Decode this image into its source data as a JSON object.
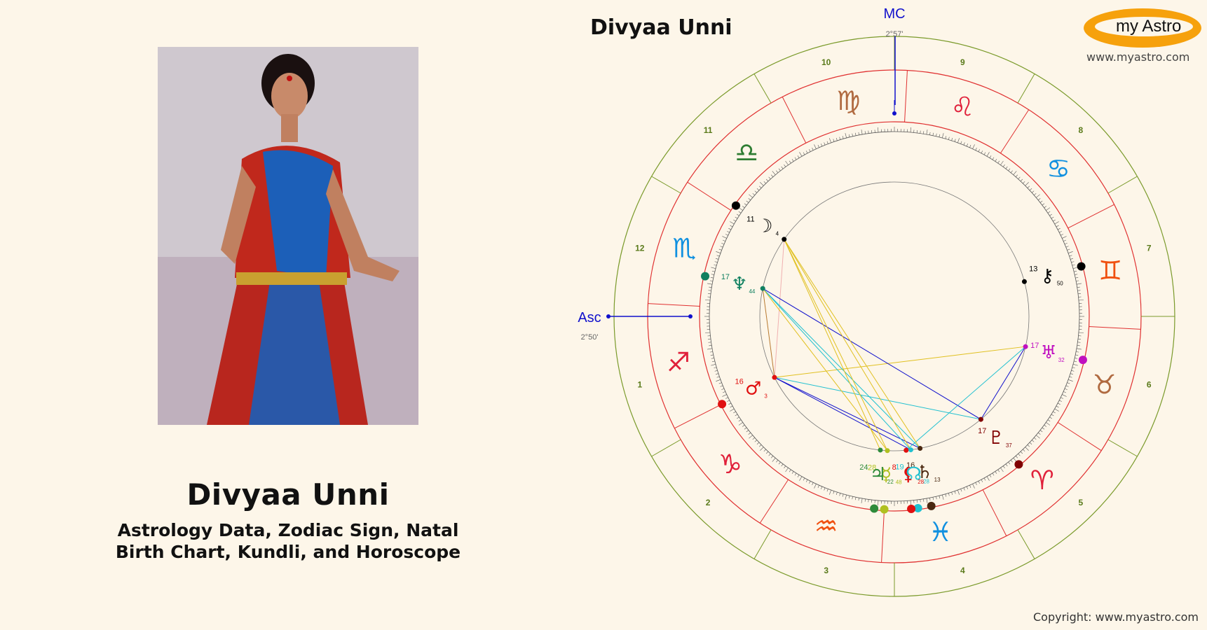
{
  "person": {
    "name": "Divyaa Unni",
    "subtitle_line1": "Astrology Data, Zodiac Sign, Natal",
    "subtitle_line2": "Birth Chart, Kundli, and Horoscope"
  },
  "chart": {
    "title": "Divyaa Unni",
    "mc_label": "MC",
    "mc_degree": "2°57'",
    "asc_label": "Asc",
    "asc_degree": "2°50'"
  },
  "branding": {
    "logo_text": "my Astro",
    "site_url": "www.myastro.com",
    "copyright": "Copyright: www.myastro.com"
  },
  "colors": {
    "background": "#fdf6e9",
    "outer_ring": "#7a9a2a",
    "sign_ring": "#e03030",
    "accent": "#f6a10c",
    "axis": "#1010cc"
  },
  "houses": [
    "1",
    "2",
    "3",
    "4",
    "5",
    "6",
    "7",
    "8",
    "9",
    "10",
    "11",
    "12"
  ],
  "signs": [
    {
      "name": "Sagittarius",
      "glyph": "♐",
      "color": "#e0203a"
    },
    {
      "name": "Capricorn",
      "glyph": "♑",
      "color": "#e0203a"
    },
    {
      "name": "Aquarius",
      "glyph": "♒",
      "color": "#f05010"
    },
    {
      "name": "Pisces",
      "glyph": "♓",
      "color": "#1090e0"
    },
    {
      "name": "Aries",
      "glyph": "♈",
      "color": "#e0203a"
    },
    {
      "name": "Taurus",
      "glyph": "♉",
      "color": "#b06a40"
    },
    {
      "name": "Gemini",
      "glyph": "♊",
      "color": "#f05010"
    },
    {
      "name": "Cancer",
      "glyph": "♋",
      "color": "#1090e0"
    },
    {
      "name": "Leo",
      "glyph": "♌",
      "color": "#e0203a"
    },
    {
      "name": "Virgo",
      "glyph": "♍",
      "color": "#b06a40"
    },
    {
      "name": "Libra",
      "glyph": "♎",
      "color": "#2e7d32"
    },
    {
      "name": "Scorpio",
      "glyph": "♏",
      "color": "#1090e0"
    }
  ],
  "planets": [
    {
      "name": "Saturn",
      "glyph": "♄",
      "deg": "16",
      "min": "13",
      "color": "#4a2810"
    },
    {
      "name": "Moon",
      "glyph": "☽",
      "deg": "11",
      "min": "4",
      "color": "#000000"
    },
    {
      "name": "Node",
      "glyph": "☊",
      "deg": "19",
      "min": "28",
      "color": "#20c0d0"
    },
    {
      "name": "Lilith",
      "glyph": "⚸",
      "deg": "8",
      "min": "28",
      "color": "#e01010"
    },
    {
      "name": "Mercury",
      "glyph": "☿",
      "deg": "28",
      "min": "48",
      "color": "#b0c020"
    },
    {
      "name": "Jupiter",
      "glyph": "♃",
      "deg": "24",
      "min": "22",
      "color": "#2e8b3a"
    },
    {
      "name": "Mars",
      "glyph": "♂",
      "deg": "16",
      "min": "3",
      "color": "#e01010"
    },
    {
      "name": "Pluto",
      "glyph": "♇",
      "deg": "17",
      "min": "37",
      "color": "#800000"
    },
    {
      "name": "Uranus",
      "glyph": "♅",
      "deg": "17",
      "min": "32",
      "color": "#c010c0"
    },
    {
      "name": "Neptune",
      "glyph": "♆",
      "deg": "17",
      "min": "44",
      "color": "#108060"
    },
    {
      "name": "Chiron",
      "glyph": "⚷",
      "deg": "13",
      "min": "50",
      "color": "#000000"
    }
  ]
}
